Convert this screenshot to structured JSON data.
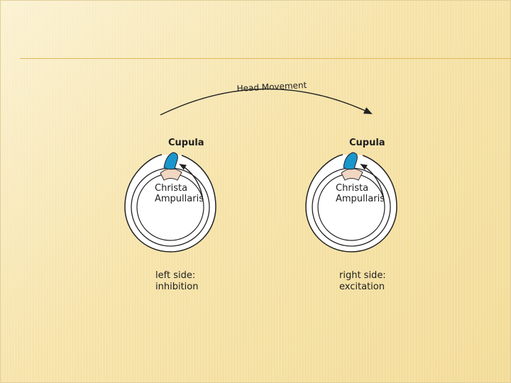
{
  "diagram": {
    "head_movement_label": "Head Movement",
    "left": {
      "cupula_label": "Cupula",
      "crista_line1": "Christa",
      "crista_line2": "Ampullaris",
      "side_line1": "left side:",
      "side_line2": "inhibition"
    },
    "right": {
      "cupula_label": "Cupula",
      "crista_line1": "Christa",
      "crista_line2": "Ampullaris",
      "side_line1": "right side:",
      "side_line2": "excitation"
    },
    "colors": {
      "cupula": "#1a96cc",
      "crista": "#f1d6c2",
      "outline": "#222222",
      "title_rule": "#ddb95a"
    }
  }
}
